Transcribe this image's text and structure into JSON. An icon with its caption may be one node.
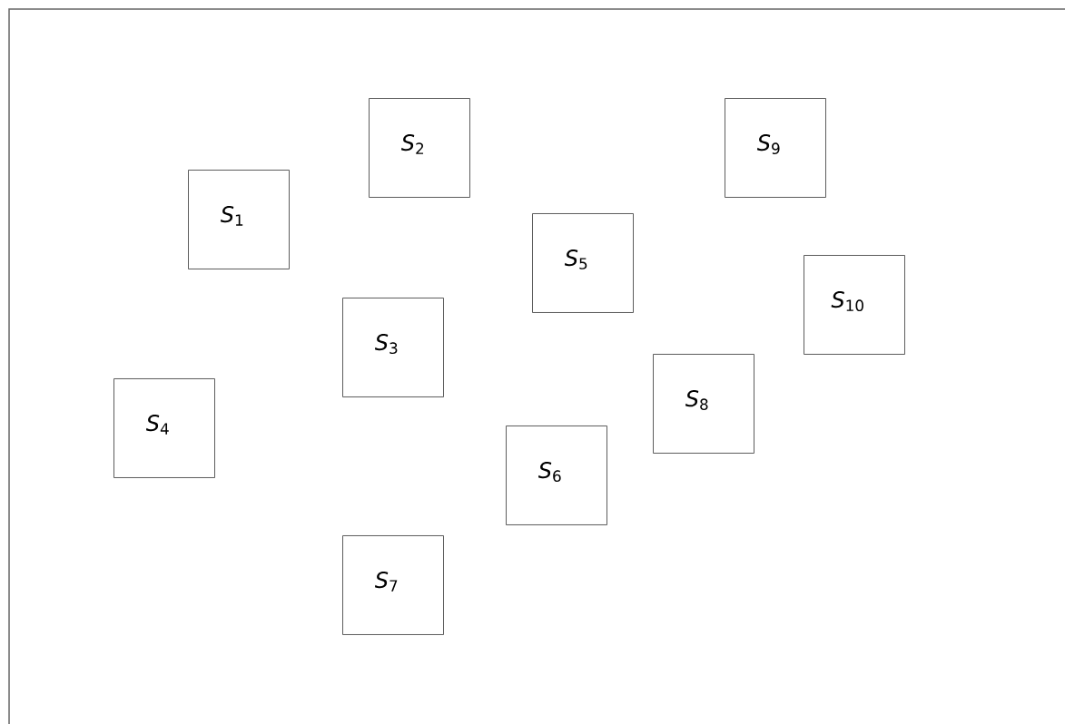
{
  "diagram": {
    "nodes": [
      {
        "text": [
          "*S*$_{1}$"
        ]
      },
      {
        "text": [
          "*S*$_{2}$"
        ]
      },
      {
        "text": [
          "*S*$_{3}$"
        ]
      },
      {
        "text": [
          "*S*$_{4}$"
        ]
      },
      {
        "text": [
          "*S*$_{5}$"
        ]
      },
      {
        "text": [
          "*S*$_{6}$"
        ]
      },
      {
        "text": [
          "*S*$_{7}$"
        ]
      },
      {
        "text": [
          "*S*$_{8}$"
        ]
      },
      {
        "text": [
          "*S*$_{9}$"
        ]
      },
      {
        "text": [
          "*S*$_{10}$"
        ]
      }
    ]
  }
}
